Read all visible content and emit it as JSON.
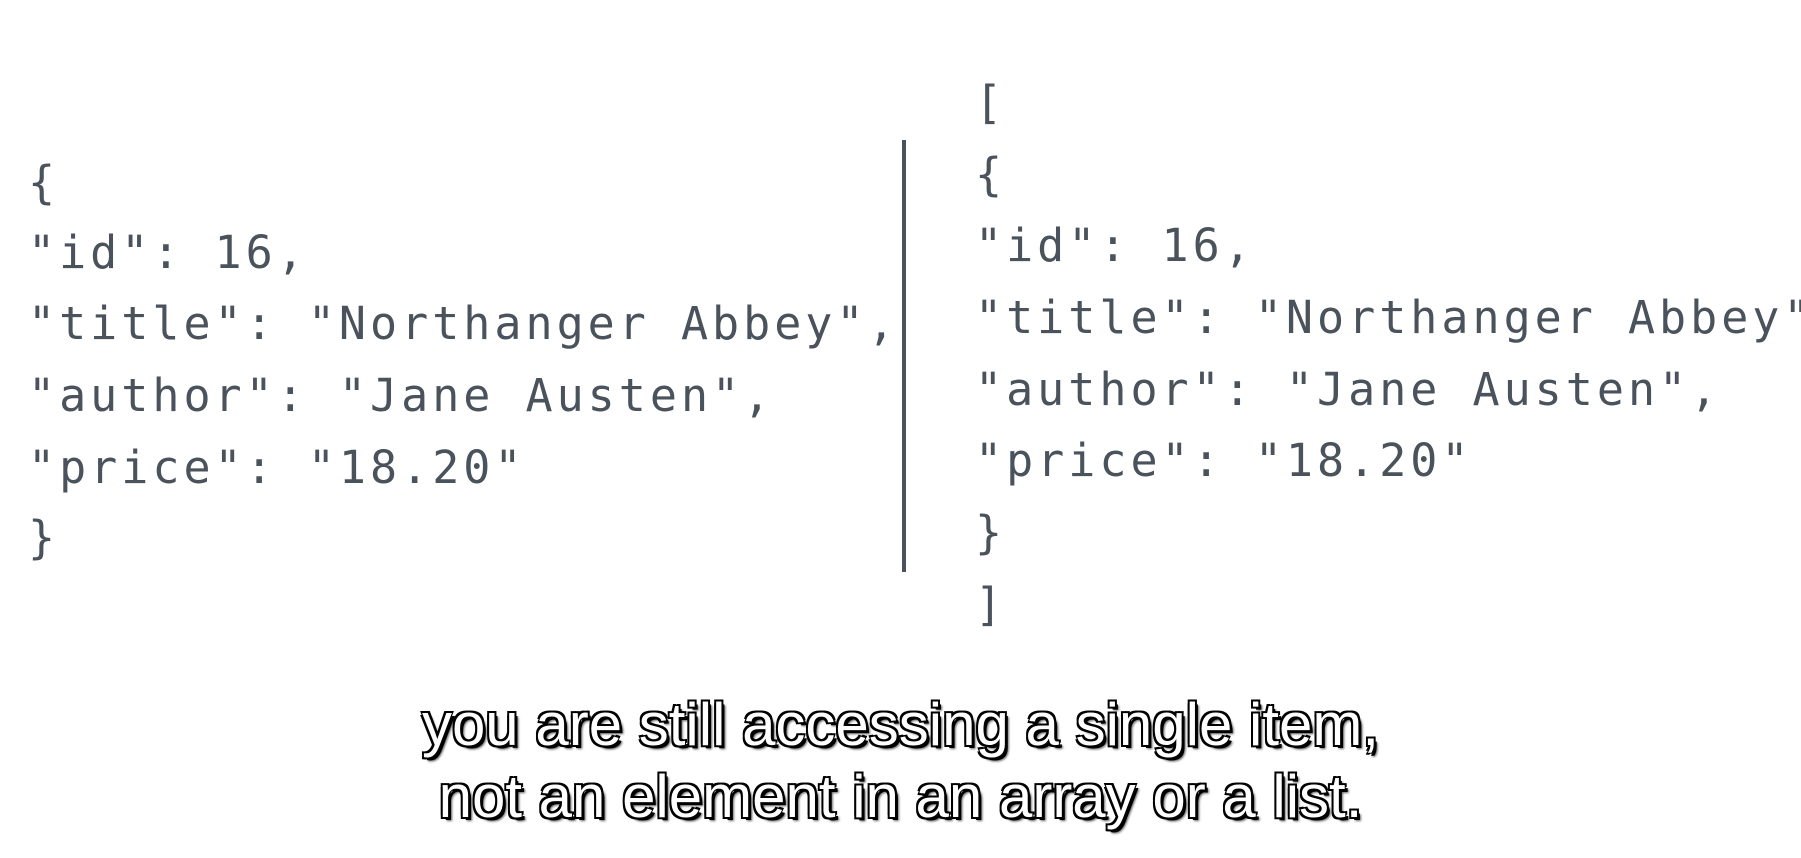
{
  "left_code": {
    "lines": [
      "{",
      "\"id\": 16,",
      "\"title\": \"Northanger Abbey\",",
      "\"author\": \"Jane Austen\",",
      "\"price\": \"18.20\"",
      "}"
    ]
  },
  "right_code": {
    "lines": [
      "[",
      "{",
      "\"id\": 16,",
      "\"title\": \"Northanger Abbey\",",
      "\"author\": \"Jane Austen\",",
      "\"price\": \"18.20\"",
      "}",
      "]"
    ]
  },
  "caption": {
    "line1": "you are still accessing a single item,",
    "line2": "not an element in an array or a list."
  },
  "colors": {
    "code_text": "#4a525c",
    "divider": "#4a525c",
    "caption_fill": "#ffffff",
    "caption_outline": "#000000",
    "background": "#ffffff"
  }
}
